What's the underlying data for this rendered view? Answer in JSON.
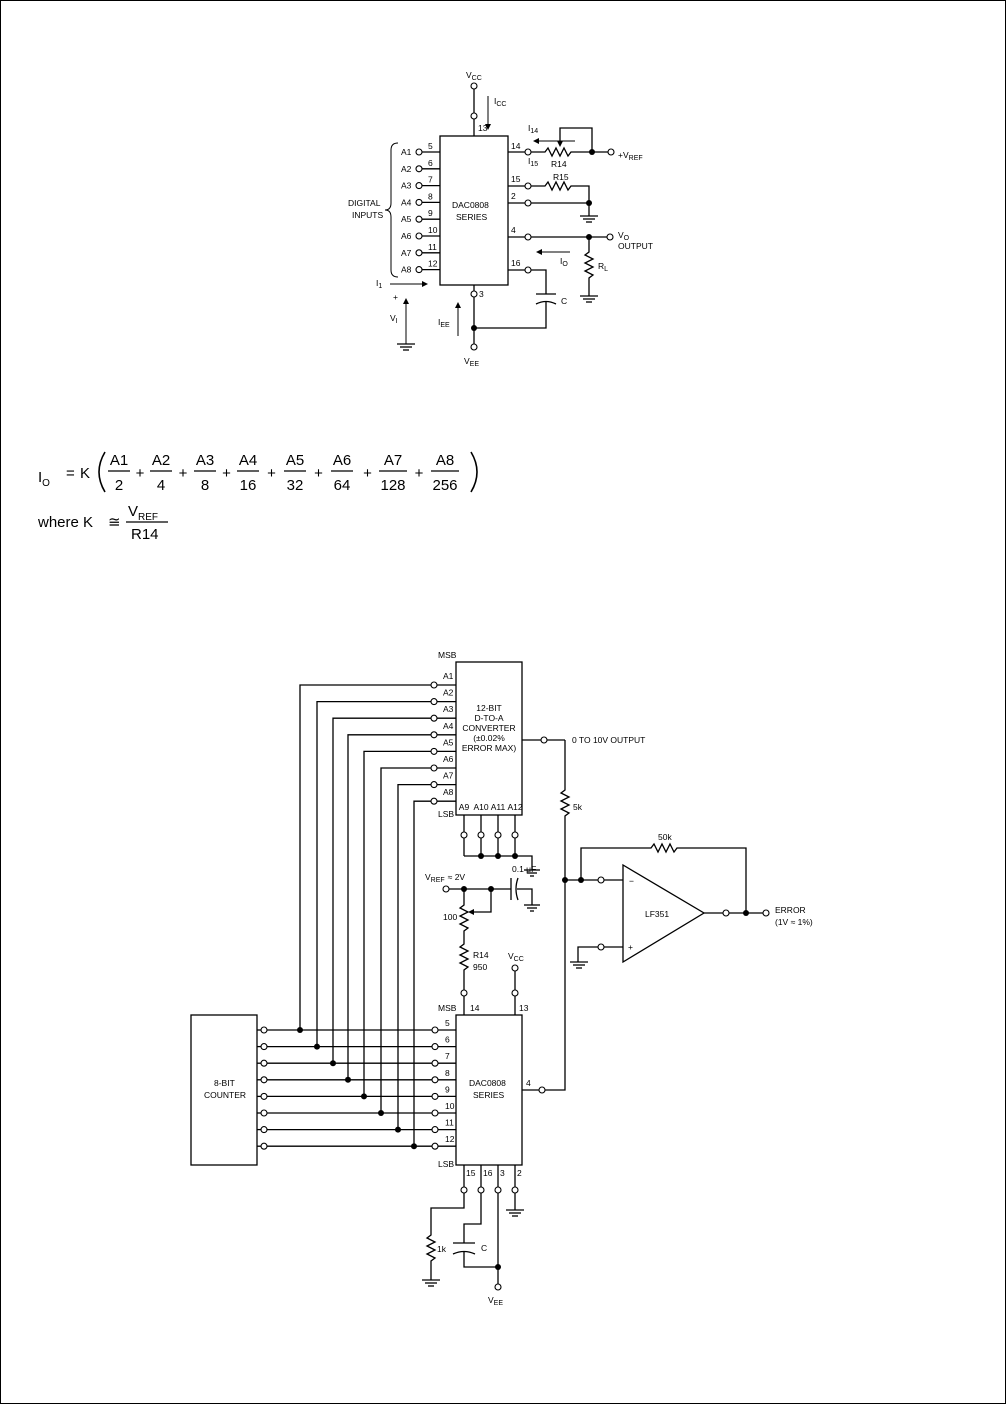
{
  "top_circuit": {
    "vcc_label": "V",
    "vcc_sub": "CC",
    "icc_label": "I",
    "icc_sub": "CC",
    "pin13": "13",
    "i14_label": "I",
    "i14_sub": "14",
    "i15_label": "I",
    "i15_sub": "15",
    "r14": "R14",
    "r15": "R15",
    "vref_label": "+V",
    "vref_sub": "REF",
    "chip_line1": "DAC0808",
    "chip_line2": "SERIES",
    "digital_inputs_line1": "DIGITAL",
    "digital_inputs_line2": "INPUTS",
    "inputs": [
      {
        "name": "A1",
        "pin": "5"
      },
      {
        "name": "A2",
        "pin": "6"
      },
      {
        "name": "A3",
        "pin": "7"
      },
      {
        "name": "A4",
        "pin": "8"
      },
      {
        "name": "A5",
        "pin": "9"
      },
      {
        "name": "A6",
        "pin": "10"
      },
      {
        "name": "A7",
        "pin": "11"
      },
      {
        "name": "A8",
        "pin": "12"
      }
    ],
    "pin14": "14",
    "pin15": "15",
    "pin2": "2",
    "pin4": "4",
    "pin16": "16",
    "pin3": "3",
    "vo_label": "V",
    "vo_sub": "O",
    "output_label": "OUTPUT",
    "io_label": "I",
    "io_sub": "O",
    "rl_label": "R",
    "rl_sub": "L",
    "c_label": "C",
    "i1_label": "I",
    "i1_sub": "1",
    "plus": "+",
    "vi_label": "V",
    "vi_sub": "I",
    "iee_label": "I",
    "iee_sub": "EE",
    "vee_label": "V",
    "vee_sub": "EE"
  },
  "equation": {
    "io": "I",
    "io_sub": "O",
    "equals": "=",
    "k": "K",
    "terms": [
      {
        "num": "A1",
        "den": "2"
      },
      {
        "num": "A2",
        "den": "4"
      },
      {
        "num": "A3",
        "den": "8"
      },
      {
        "num": "A4",
        "den": "16"
      },
      {
        "num": "A5",
        "den": "32"
      },
      {
        "num": "A6",
        "den": "64"
      },
      {
        "num": "A7",
        "den": "128"
      },
      {
        "num": "A8",
        "den": "256"
      }
    ],
    "plus": "+",
    "where": "where K",
    "approx": "≅",
    "k_num": "V",
    "k_num_sub": "REF",
    "k_den": "R14"
  },
  "bottom_circuit": {
    "msb_top": "MSB",
    "lsb_top": "LSB",
    "dac12_lines": [
      "12-BIT",
      "D-TO-A",
      "CONVERTER",
      "(±0.02%",
      "ERROR MAX)"
    ],
    "inputs12": [
      "A1",
      "A2",
      "A3",
      "A4",
      "A5",
      "A6",
      "A7",
      "A8"
    ],
    "low_bits": [
      "A9",
      "A10",
      "A11",
      "A12"
    ],
    "output_label": "0 TO 10V OUTPUT",
    "r5k": "5k",
    "r50k": "50k",
    "cap_label": "0.1 μF",
    "vref_label": "V",
    "vref_sub": "REF",
    "vref_val": "≈ 2V",
    "r100": "100",
    "r14_label": "R14",
    "r14_val": "950",
    "vcc_label": "V",
    "vcc_sub": "CC",
    "opamp": "LF351",
    "minus": "−",
    "plus": "+",
    "error_line1": "ERROR",
    "error_line2": "(1V ≈ 1%)",
    "counter_line1": "8-BIT",
    "counter_line2": "COUNTER",
    "msb_bot": "MSB",
    "lsb_bot": "LSB",
    "pin14": "14",
    "pin13": "13",
    "dac_pins": [
      "5",
      "6",
      "7",
      "8",
      "9",
      "10",
      "11",
      "12"
    ],
    "chip_line1": "DAC0808",
    "chip_line2": "SERIES",
    "pin4": "4",
    "bottom_pins": [
      "15",
      "16",
      "3",
      "2"
    ],
    "r1k": "1k",
    "c_label": "C",
    "vee_label": "V",
    "vee_sub": "EE"
  }
}
